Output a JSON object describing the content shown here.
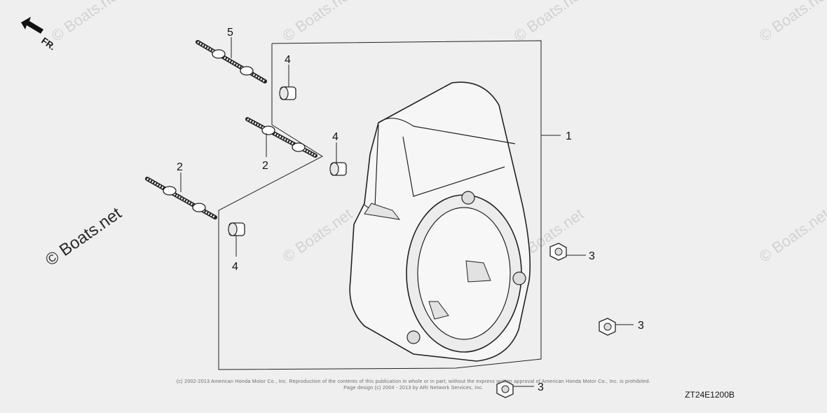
{
  "direction": {
    "label": "FR."
  },
  "callouts": {
    "c1": "1",
    "c2a": "2",
    "c2b": "2",
    "c3a": "3",
    "c3b": "3",
    "c3c": "3",
    "c4a": "4",
    "c4b": "4",
    "c4c": "4",
    "c5": "5"
  },
  "watermark": {
    "main": "© Boats.net",
    "faint": "© Boats.net"
  },
  "footer": {
    "copyright_line1": "(c) 2002-2013 American Honda Motor Co., Inc. Reproduction of the contents of this publication in whole or in part, without the express written approval of American Honda Motor Co., Inc. is prohibited.",
    "copyright_line2": "Page design (c) 2004 - 2013 by ARI Network Services, Inc.",
    "diagram_code": "ZT24E1200B"
  }
}
